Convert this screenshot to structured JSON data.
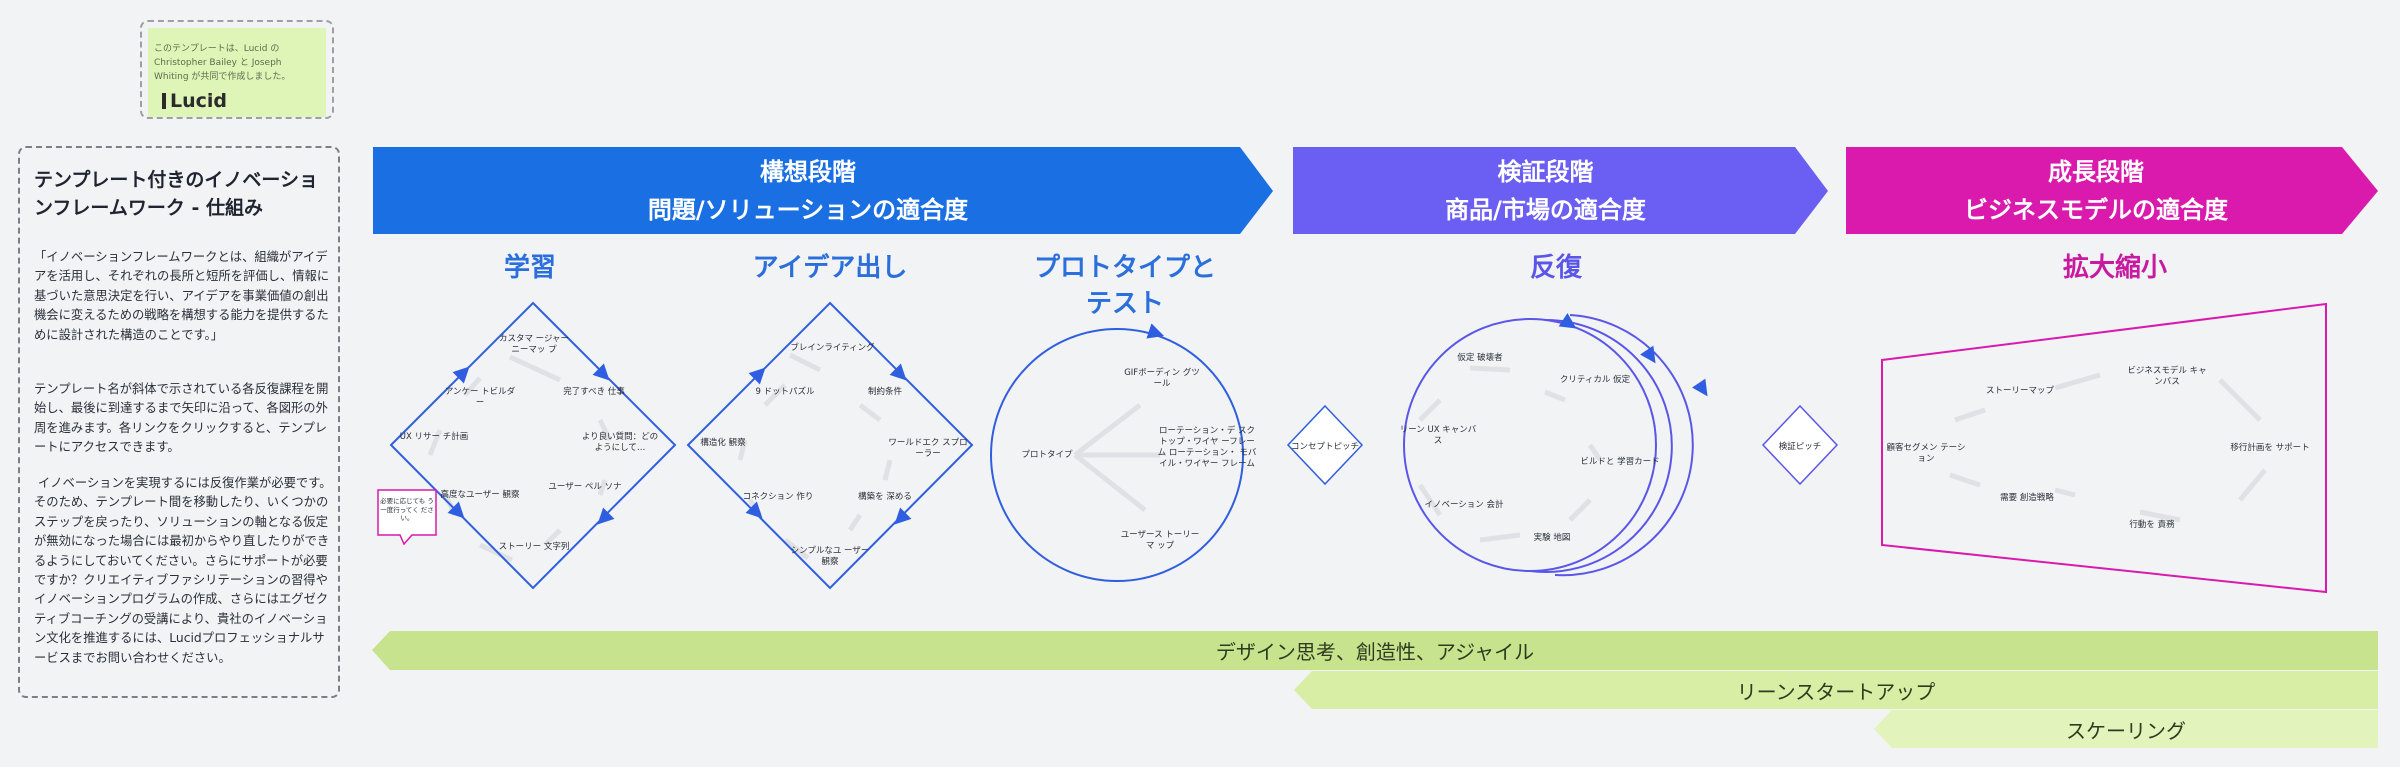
{
  "note": {
    "text": "このテンプレートは、Lucid の Christopher Bailey と Joseph Whiting が共同で作成しました。",
    "logo": "Lucid"
  },
  "panel": {
    "title": "テンプレート付きのイノベーションフレームワーク - 仕組み",
    "para1": "「イノベーションフレームワークとは、組織がアイデアを活用し、それぞれの長所と短所を評価し、情報に基づいた意思決定を行い、アイデアを事業価値の創出機会に変えるための戦略を構想する能力を提供するために設計された構造のことです。」",
    "para2": "テンプレート名が斜体で示されている各反復課程を開始し、最後に到達するまで矢印に沿って、各図形の外周を進みます。各リンクをクリックすると、テンプレートにアクセスできます。",
    "para3": " イノベーションを実現するには反復作業が必要です。そのため、テンプレート間を移動したり、いくつかのステップを戻ったり、ソリューションの軸となる仮定が無効になった場合には最初からやり直したりができるようにしておいてください。さらにサポートが必要ですか？クリエイティブファシリテーションの習得やイノベーションプログラムの作成、さらにはエグゼクティブコーチングの受講により、貴社のイノベーション文化を推進するには、Lucidプロフェッショナルサービスまでお問い合わせください。"
  },
  "banners": [
    {
      "line1": "構想段階",
      "line2": "問題/ソリューションの適合度",
      "color": "#1a6fe3"
    },
    {
      "line1": "検証段階",
      "line2": "商品/市場の適合度",
      "color": "#6a5ff2"
    },
    {
      "line1": "成長段階",
      "line2": "ビジネスモデルの適合度",
      "color": "#d91aad"
    }
  ],
  "stages": [
    {
      "title": "学習"
    },
    {
      "title": "アイデア出し"
    },
    {
      "title": "プロトタイプと テスト"
    },
    {
      "title": "反復"
    },
    {
      "title": "拡大縮小"
    }
  ],
  "learn": {
    "items": [
      "カスタマ ージャー ニーマッ プ",
      "完了すべき 仕事",
      "より良い質問：どの ようにして…",
      "ユーザー ペル ソナ",
      "ストーリー 文字列",
      "高度なユーザー 観察",
      "UX リサー チ計画",
      "アンケー トビルダ ー"
    ],
    "tag": "必要に応じても う一度行ってく ださい。"
  },
  "ideate": {
    "items": [
      "ブレインライティング",
      "制約条件",
      "ワールドエク スプローラー",
      "構築を 深める",
      "シンプルなユ ーザー観察",
      "コネクション 作り",
      "構造化 観察",
      "9 ドットパズル"
    ]
  },
  "proto": {
    "items": [
      "プロトタイプ",
      "GIFボーディン グツール",
      "ローテーション・デ スクトップ・ワイヤ ーフレーム ローテーション・ モバイル・ワイヤー フレーム",
      "ユーザース トーリーマ ップ"
    ]
  },
  "concept_pitch": "コンセプトピッチ",
  "iterate": {
    "items": [
      "仮定 破壊者",
      "クリティカル 仮定",
      "ビルドと 学習カード",
      "実験 地図",
      "イノベーション 会計",
      "リーン UX キャンバス"
    ]
  },
  "validation_pitch": "検証ピッチ",
  "scale": {
    "items": [
      "顧客セグメン テーション",
      "ストーリーマップ",
      "ビジネスモデル キャンバス",
      "移行計画を サポート",
      "行動を 責務",
      "需要 創造戦略"
    ]
  },
  "bands": [
    {
      "label": "デザイン思考、創造性、アジャイル",
      "color": "#c8e38e"
    },
    {
      "label": "リーンスタートアップ",
      "color": "#d7eea4"
    },
    {
      "label": "スケーリング",
      "color": "#e2f3bb"
    }
  ]
}
